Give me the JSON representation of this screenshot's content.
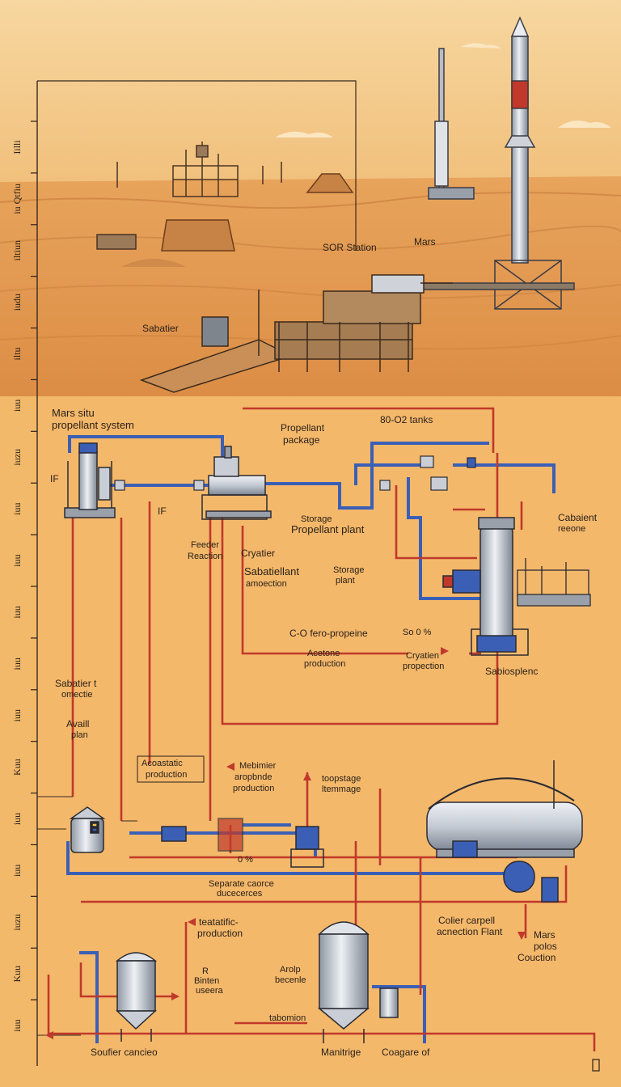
{
  "labels": {
    "sor_station": "SOR Station",
    "mars": "Mars",
    "sabatier": "Sabatier",
    "system_title_1": "Mars situ",
    "system_title_2": "propellant system",
    "propellant_package_1": "Propellant",
    "propellant_package_2": "package",
    "o2_tanks": "80-O2 tanks",
    "if_left": "IF",
    "if_mid": "IF",
    "storage_1": "Storage",
    "storage_2": "Propellant plant",
    "cabaient_1": "Cabaient",
    "cabaient_2": "reeone",
    "reaction_1": "Feeder",
    "reaction_2": "Reaction",
    "cryatier": "Cryatier",
    "sabatier_prod_1": "Sabatiellant",
    "sabatier_prod_2": "amoection",
    "storage_plant_1": "Storage",
    "storage_plant_2": "plant",
    "co_fero": "C-O fero-propeine",
    "so_percent": "So 0 %",
    "acetone_1": "Acetone",
    "acetone_2": "production",
    "cryatien_1": "Cryatien",
    "cryatien_2": "propection",
    "sabiosplenc": "Sabiosplenc",
    "sabatier_left_1": "Sabatier t",
    "sabatier_left_2": "omectie",
    "avail_1": "Availl",
    "avail_2": "plan",
    "acoastatic_1": "Acoastatic",
    "acoastatic_2": "production",
    "mebimier_1": "Mebimier",
    "mebimier_2": "aropbnde",
    "mebimier_3": "production",
    "tocpstage_1": "toopstage",
    "tocpstage_2": "ltemmage",
    "zero_percent": "0 %",
    "separate_1": "Separate caorce",
    "separate_2": "ducecerces",
    "teatatific_1": "teatatific-",
    "teatatific_2": "production",
    "colier_1": "Colier carpell",
    "colier_2": "acnection Flant",
    "mars_poles_1": "Mars",
    "mars_poles_2": "polos",
    "mars_poles_3": "Couction",
    "r_label": "R",
    "binten_1": "Binten",
    "binten_2": "useera",
    "arolp_1": "Arolp",
    "arolp_2": "becenle",
    "tabomion": "tabomion",
    "soufier": "Soufier cancieo",
    "manitrige": "Manitrige",
    "coagare": "Coagare of"
  },
  "ruler": [
    "Iilli",
    "iu Qtfiu",
    "iltiun",
    "iudu",
    "iltu",
    "iuu",
    "iuzu",
    "iuu",
    "iuu",
    "iuu",
    "iuu",
    "iuu",
    "Kuu",
    "iuu",
    "iuu",
    "iuzu",
    "Kuu",
    "iuu"
  ],
  "colors": {
    "sky": "#f5cf8c",
    "sand": "#e7a35a",
    "panel": "#f4b86b",
    "hot_pipe": "#c0392b",
    "cold_pipe": "#3b5fb5",
    "steel": "#c9ced6",
    "ink": "#2a2118"
  }
}
